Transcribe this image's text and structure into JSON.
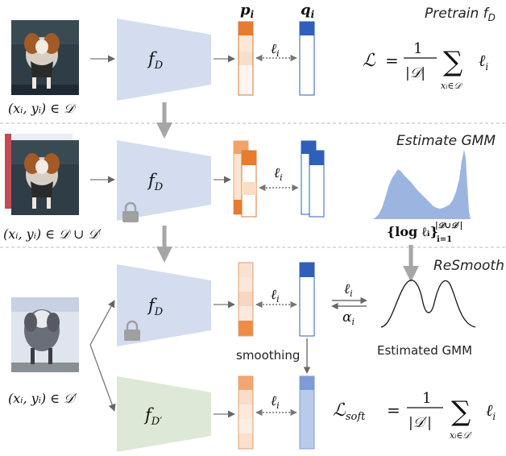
{
  "stages": {
    "pretrain": "Pretrain f",
    "pretrain_sub": "D",
    "estimate": "Estimate GMM",
    "resmooth": "ReSmooth"
  },
  "labels": {
    "model": "f",
    "model_sub_d": "D",
    "model_sub_dprime": "D′",
    "p": "p",
    "q": "q",
    "sub_i": "i",
    "loss_l": "ℓ",
    "alpha": "α",
    "smoothing": "smoothing",
    "estimated_gmm": "Estimated GMM"
  },
  "captions": {
    "row1": "(xᵢ, yᵢ) ∈ 𝒟",
    "row2": "(xᵢ, yᵢ) ∈ 𝒟 ∪ 𝒟′",
    "row3": "(xᵢ, yᵢ) ∈ 𝒟′"
  },
  "formulas": {
    "L": "ℒ",
    "L_soft": "ℒ",
    "soft_sub": "soft",
    "eq": "=",
    "one": "1",
    "denom_D": "|𝒟|",
    "denom_Dprime": "|𝒟′|",
    "sum": "∑",
    "sum_under_D": "xᵢ∈𝒟",
    "sum_under_Dprime": "xᵢ∈𝒟′",
    "term": "ℓ",
    "hist_label": "{log ℓᵢ}",
    "hist_sup": "|𝒟∪𝒟′|",
    "hist_sub": "i=1"
  },
  "colors": {
    "encoder_blue": "#d4dcef",
    "encoder_green": "#dde9d6",
    "orange_dark": "#e87b2e",
    "orange_light": "#f9dfcb",
    "blue_dark": "#2f5fb8",
    "blue_light": "#b9cbea",
    "hist": "#9cb5e0",
    "arrow_gray": "#a6a6a6"
  },
  "icons": {
    "dog": "dog-photo",
    "cat": "dog-cat-mix-photo",
    "lock": "lock-icon"
  }
}
